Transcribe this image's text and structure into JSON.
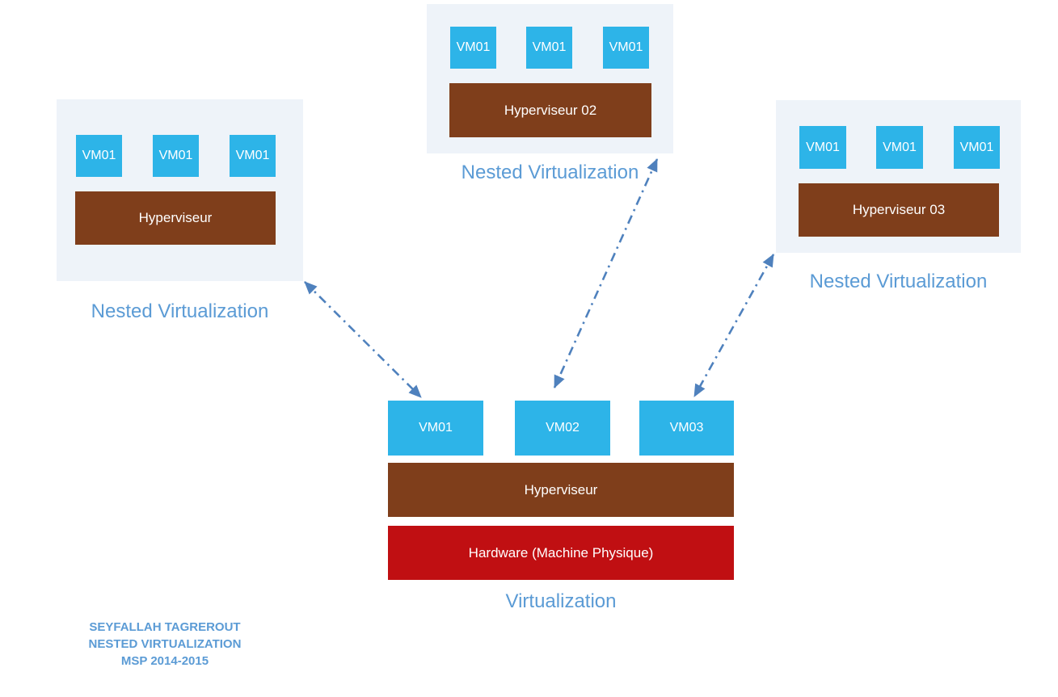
{
  "colors": {
    "panel_bg": "#eef3f9",
    "vm": "#2db4e8",
    "hypervisor": "#7f3e1b",
    "hardware": "#c00f12",
    "label": "#5b9bd5",
    "arrow": "#4f81bd",
    "page_bg": "#ffffff"
  },
  "nested_panels": [
    {
      "position": "left",
      "vms": [
        "VM01",
        "VM01",
        "VM01"
      ],
      "hypervisor": "Hyperviseur",
      "label": "Nested Virtualization"
    },
    {
      "position": "top",
      "vms": [
        "VM01",
        "VM01",
        "VM01"
      ],
      "hypervisor": "Hyperviseur 02",
      "label": "Nested Virtualization"
    },
    {
      "position": "right",
      "vms": [
        "VM01",
        "VM01",
        "VM01"
      ],
      "hypervisor": "Hyperviseur 03",
      "label": "Nested Virtualization"
    }
  ],
  "host_stack": {
    "vms": [
      "VM01",
      "VM02",
      "VM03"
    ],
    "hypervisor": "Hyperviseur",
    "hardware": "Hardware (Machine Physique)",
    "label": "Virtualization"
  },
  "credit": {
    "line1": "SEYFALLAH TAGREROUT",
    "line2": "NESTED VIRTUALIZATION",
    "line3": "MSP 2014-2015"
  }
}
